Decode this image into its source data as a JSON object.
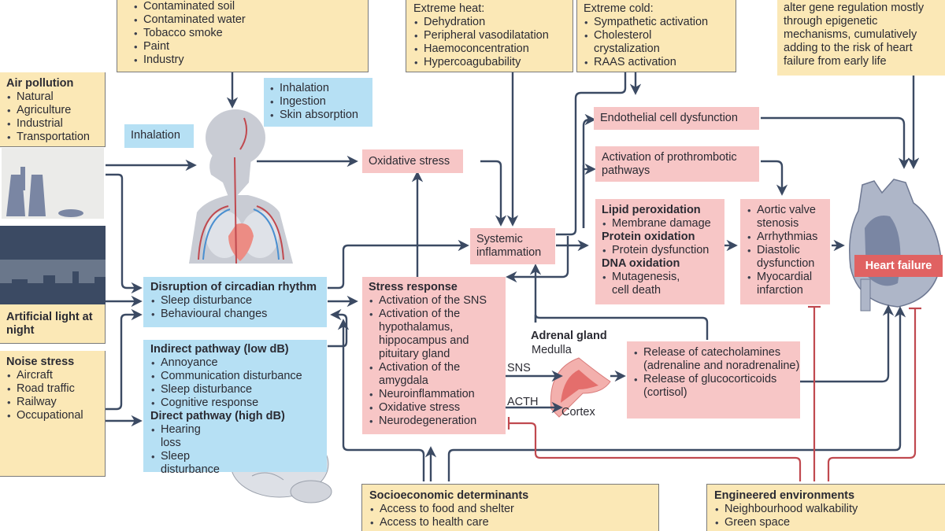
{
  "sources": {
    "chemical": {
      "items": [
        "Contaminated soil",
        "Contaminated water",
        "Tobacco smoke",
        "Paint",
        "Industry"
      ]
    },
    "air_pollution": {
      "title": "Air pollution",
      "items": [
        "Natural",
        "Agriculture",
        "Industrial",
        "Transportation"
      ]
    },
    "artificial_light": {
      "title": "Artificial light at night"
    },
    "noise": {
      "title": "Noise stress",
      "items": [
        "Aircraft",
        "Road traffic",
        "Railway",
        "Occupational"
      ]
    },
    "extreme_heat": {
      "title": "Extreme heat:",
      "items": [
        "Dehydration",
        "Peripheral vasodilatation",
        "Haemoconcentration",
        "Hypercoagubability"
      ]
    },
    "extreme_cold": {
      "title": "Extreme cold:",
      "items": [
        "Sympathetic activation",
        "Cholesterol crystalization",
        "RAAS activation"
      ]
    },
    "epigenetic_note": "alter gene regulation mostly through epigenetic mechanisms, cumulatively adding to the risk of heart failure from early life",
    "socioeconomic": {
      "title": "Socioeconomic determinants",
      "items": [
        "Access to food and shelter",
        "Access to health care"
      ]
    },
    "engineered": {
      "title": "Engineered environments",
      "items": [
        "Neighbourhood walkability",
        "Green space"
      ]
    }
  },
  "exposure_routes": {
    "inhalation_bubble": "Inhalation",
    "routes_bubble": [
      "Inhalation",
      "Ingestion",
      "Skin absorption"
    ]
  },
  "pathways": {
    "circadian": {
      "title": "Disruption of circadian rhythm",
      "items": [
        "Sleep disturbance",
        "Behavioural changes"
      ]
    },
    "noise_indirect": {
      "title": "Indirect pathway (low dB)",
      "items": [
        "Annoyance",
        "Communication disturbance",
        "Sleep disturbance",
        "Cognitive response"
      ]
    },
    "noise_direct": {
      "title": "Direct pathway (high dB)",
      "items": [
        "Hearing loss",
        "Sleep disturbance"
      ]
    }
  },
  "mechanisms": {
    "oxidative_stress": "Oxidative stress",
    "systemic_inflammation": "Systemic inflammation",
    "endothelial": "Endothelial cell dysfunction",
    "prothrombotic": "Activation of prothrombotic pathways",
    "oxidation": [
      {
        "title": "Lipid peroxidation",
        "items": [
          "Membrane damage"
        ]
      },
      {
        "title": "Protein oxidation",
        "items": [
          "Protein dysfunction"
        ]
      },
      {
        "title": "DNA oxidation",
        "items": [
          "Mutagenesis, cell death"
        ]
      }
    ],
    "stress_response": {
      "title": "Stress response",
      "items": [
        "Activation of the SNS",
        "Activation of the hypothalamus, hippocampus and pituitary gland",
        "Activation of the amygdala",
        "Neuroinflammation",
        "Oxidative stress",
        "Neurodegeneration"
      ]
    },
    "adrenal": {
      "title": "Adrenal gland",
      "medulla": "Medulla",
      "cortex": "Cortex",
      "sns": "SNS",
      "acth": "ACTH"
    },
    "hormones": {
      "items": [
        "Release of catecholamines (adrenaline and noradrenaline)",
        "Release of glucocorticoids (cortisol)"
      ]
    },
    "cardiac_outcomes": {
      "items": [
        "Aortic valve stenosis",
        "Arrhythmias",
        "Diastolic dysfunction",
        "Myocardial infarction"
      ]
    }
  },
  "outcome": {
    "label": "Heart failure"
  },
  "colors": {
    "source": "#fbe8b6",
    "pathway": "#b6e0f4",
    "mechanism": "#f7c6c6",
    "arrow": "#3b4a63",
    "inhibit": "#c0494f",
    "heart_failure": "#e06262"
  }
}
